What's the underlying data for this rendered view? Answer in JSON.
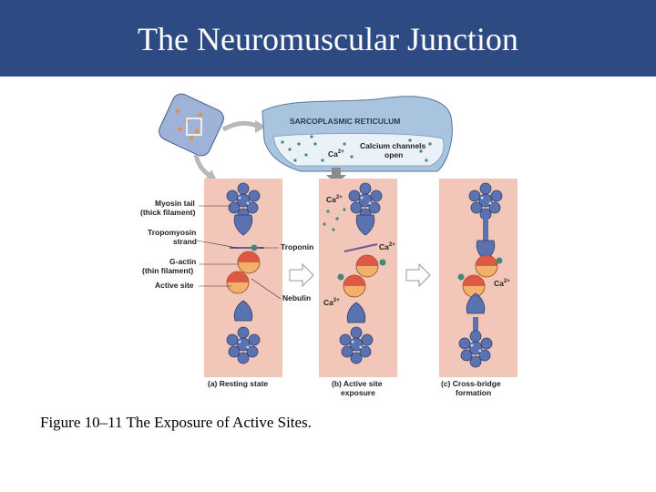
{
  "header": {
    "title": "The Neuromuscular Junction"
  },
  "figure": {
    "sarcoplasmic_reticulum": "SARCOPLASMIC RETICULUM",
    "calcium_channels_line1": "Calcium channels",
    "calcium_channels_line2": "open",
    "ca_ion": "Ca",
    "ca_sup": "2+",
    "labels": {
      "myosin_tail_1": "Myosin tail",
      "myosin_tail_2": "(thick filament)",
      "tropomyosin_1": "Tropomyosin",
      "tropomyosin_2": "strand",
      "g_actin_1": "G-actin",
      "g_actin_2": "(thin filament)",
      "active_site": "Active site",
      "troponin": "Troponin",
      "nebulin": "Nebulin"
    },
    "panels": {
      "a_line1": "(a) Resting state",
      "b_line1": "(b) Active site",
      "b_line2": "exposure",
      "c_line1": "(c) Cross-bridge",
      "c_line2": "formation"
    },
    "colors": {
      "panel_bg": "#f2c6b8",
      "myosin": "#5a72b0",
      "actin": "#f2b06a",
      "actin_dark": "#d94a3c",
      "sr": "#a9c4de",
      "ca_dot": "#3f8a78"
    }
  },
  "caption": "Figure 10–11 The Exposure of Active Sites."
}
